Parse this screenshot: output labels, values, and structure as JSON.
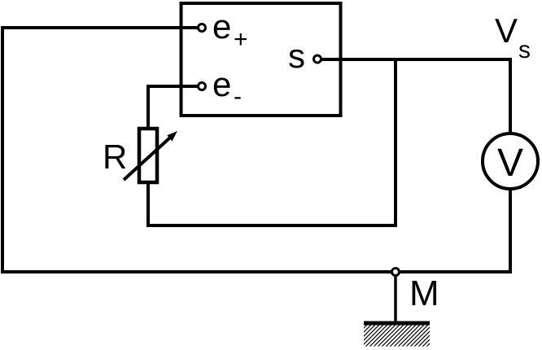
{
  "diagram": {
    "colors": {
      "line": "#000000",
      "background": "#ffffff"
    },
    "amplifier_block": {
      "terminal_e_plus": {
        "base": "e",
        "sub": "+"
      },
      "terminal_e_minus": {
        "base": "e",
        "sub": "-"
      },
      "terminal_s": {
        "label": "s"
      }
    },
    "resistor": {
      "label": "R"
    },
    "voltmeter": {
      "label": "V"
    },
    "supply_node": {
      "base": "V",
      "sub": "s"
    },
    "ground_node": {
      "label": "M"
    }
  }
}
